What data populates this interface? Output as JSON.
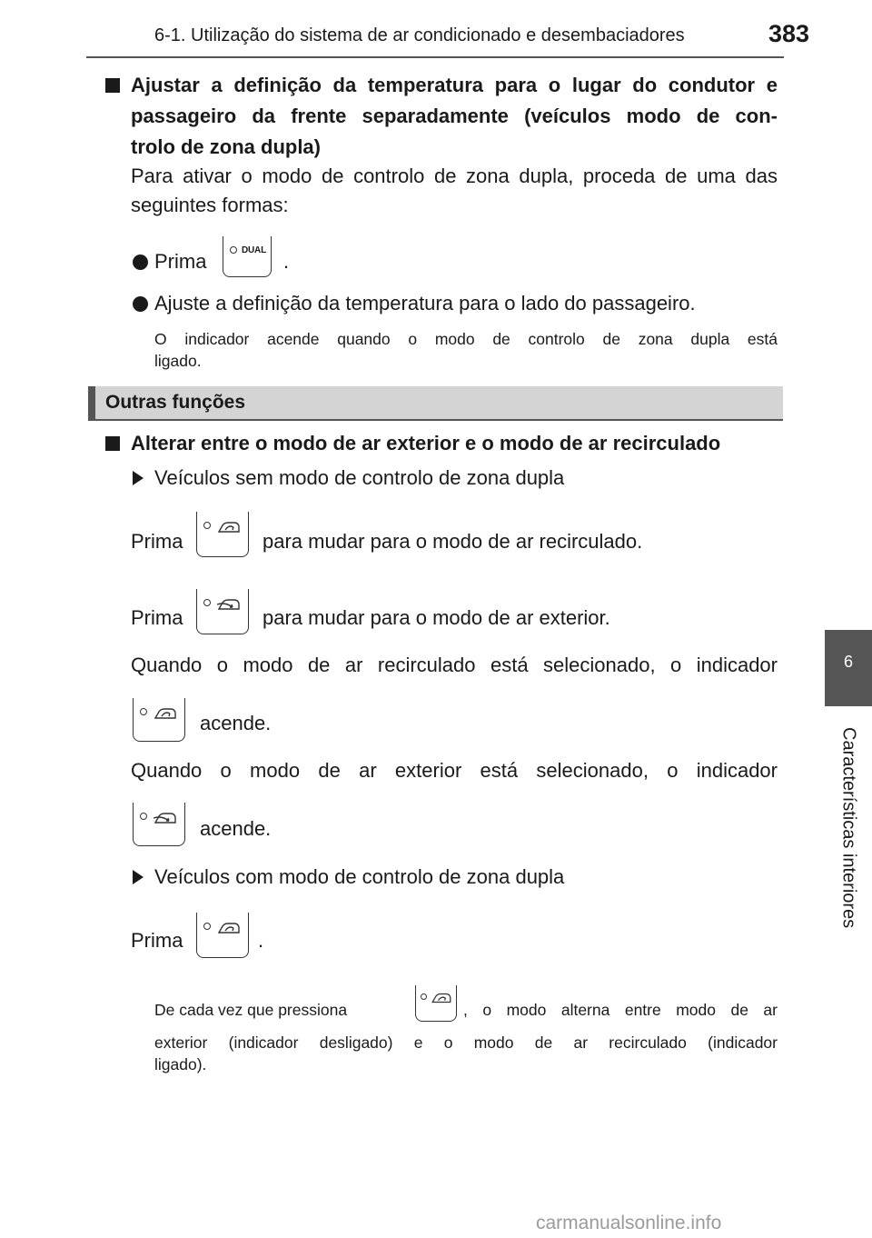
{
  "header": {
    "title": "6-1. Utilização do sistema de ar condicionado e desembaciadores",
    "page_number": "383"
  },
  "side_tab": {
    "chapter": "6",
    "label": "Características interiores"
  },
  "section1": {
    "heading_line1": "Ajustar a definição da temperatura para o lugar do condutor e",
    "heading_line2": "passageiro da frente separadamente (veículos modo de con-",
    "heading_line3": "trolo de zona dupla)",
    "intro_line1": "Para ativar o modo de controlo de zona dupla, proceda de uma das",
    "intro_line2": "seguintes formas:",
    "bullet1_pre": "Prima",
    "bullet1_post": ".",
    "dual_button_label": "DUAL",
    "bullet2": "Ajuste a definição da temperatura para o lado do passageiro.",
    "note_line1": "O indicador acende quando o modo de controlo de zona dupla está",
    "note_line2": "ligado."
  },
  "other_functions": {
    "bar_title": "Outras funções",
    "heading": "Alterar entre o modo de ar exterior e o modo de ar recirculado",
    "sub1": "Veículos sem modo de controlo de zona dupla",
    "press_recirc_pre": "Prima",
    "press_recirc_post": "para mudar para o modo de ar recirculado.",
    "press_outside_pre": "Prima",
    "press_outside_post": "para mudar para o modo de ar exterior.",
    "recirc_selected_line1": "Quando o modo de ar recirculado está selecionado, o indicador",
    "recirc_selected_line2": "acende.",
    "outside_selected_line1": "Quando o modo de ar exterior está selecionado, o indicador",
    "outside_selected_line2": "acende.",
    "sub2": "Veículos com modo de controlo de zona dupla",
    "press_dual_pre": "Prima",
    "press_dual_post": ".",
    "note_pre": "De cada vez que pressiona",
    "note_post": ", o modo alterna entre modo de ar",
    "note_line2": "exterior (indicador desligado) e o modo de ar recirculado (indicador",
    "note_line3": "ligado)."
  },
  "footer": {
    "watermark": "carmanualsonline.info"
  }
}
